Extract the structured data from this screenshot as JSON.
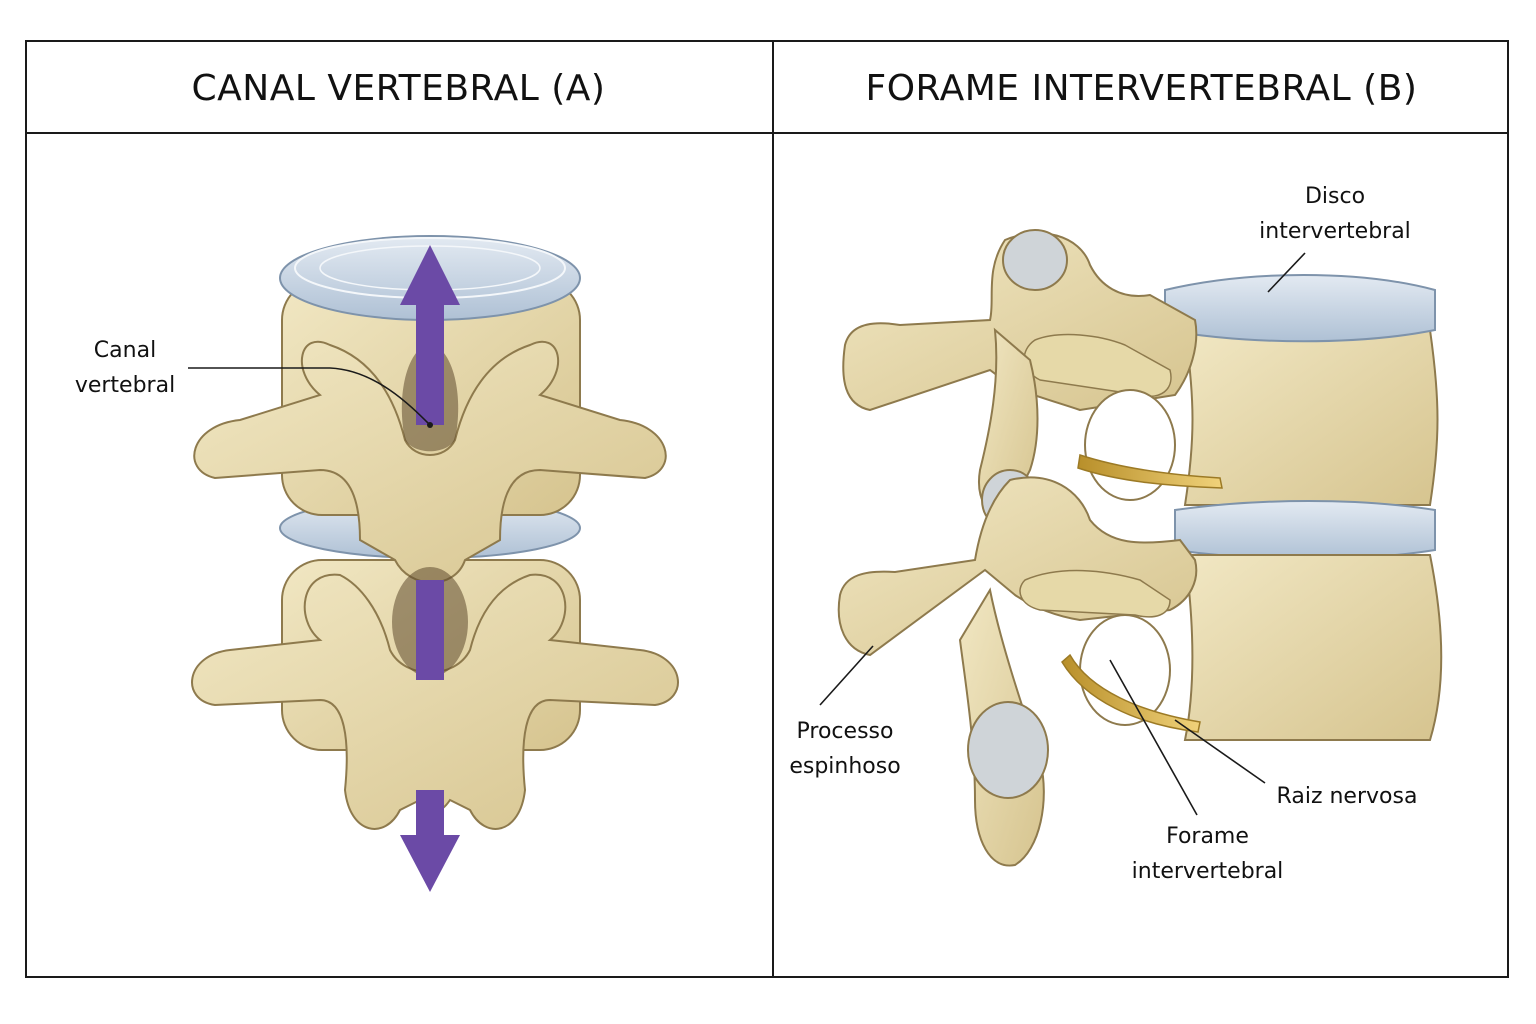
{
  "panels": {
    "a": {
      "title": "CANAL VERTEBRAL (A)",
      "labels": {
        "canal_vertebral": [
          "Canal",
          "vertebral"
        ]
      }
    },
    "b": {
      "title": "FORAME INTERVERTEBRAL (B)",
      "labels": {
        "disco_intervertebral": [
          "Disco",
          "intervertebral"
        ],
        "processo_espinhoso": [
          "Processo",
          "espinhoso"
        ],
        "raiz_nervosa": [
          "Raiz nervosa"
        ],
        "forame_intervertebral": [
          "Forame",
          "intervertebral"
        ]
      }
    }
  },
  "colors": {
    "bone": "#E9DDB3",
    "bone_shadow": "#C9B684",
    "bone_outline": "#8E7A4D",
    "disc": "#B9C9DA",
    "disc_light": "#DDE6EF",
    "arrow": "#6B4AA6",
    "nerve": "#D9B24A",
    "line": "#1a1a1a"
  }
}
